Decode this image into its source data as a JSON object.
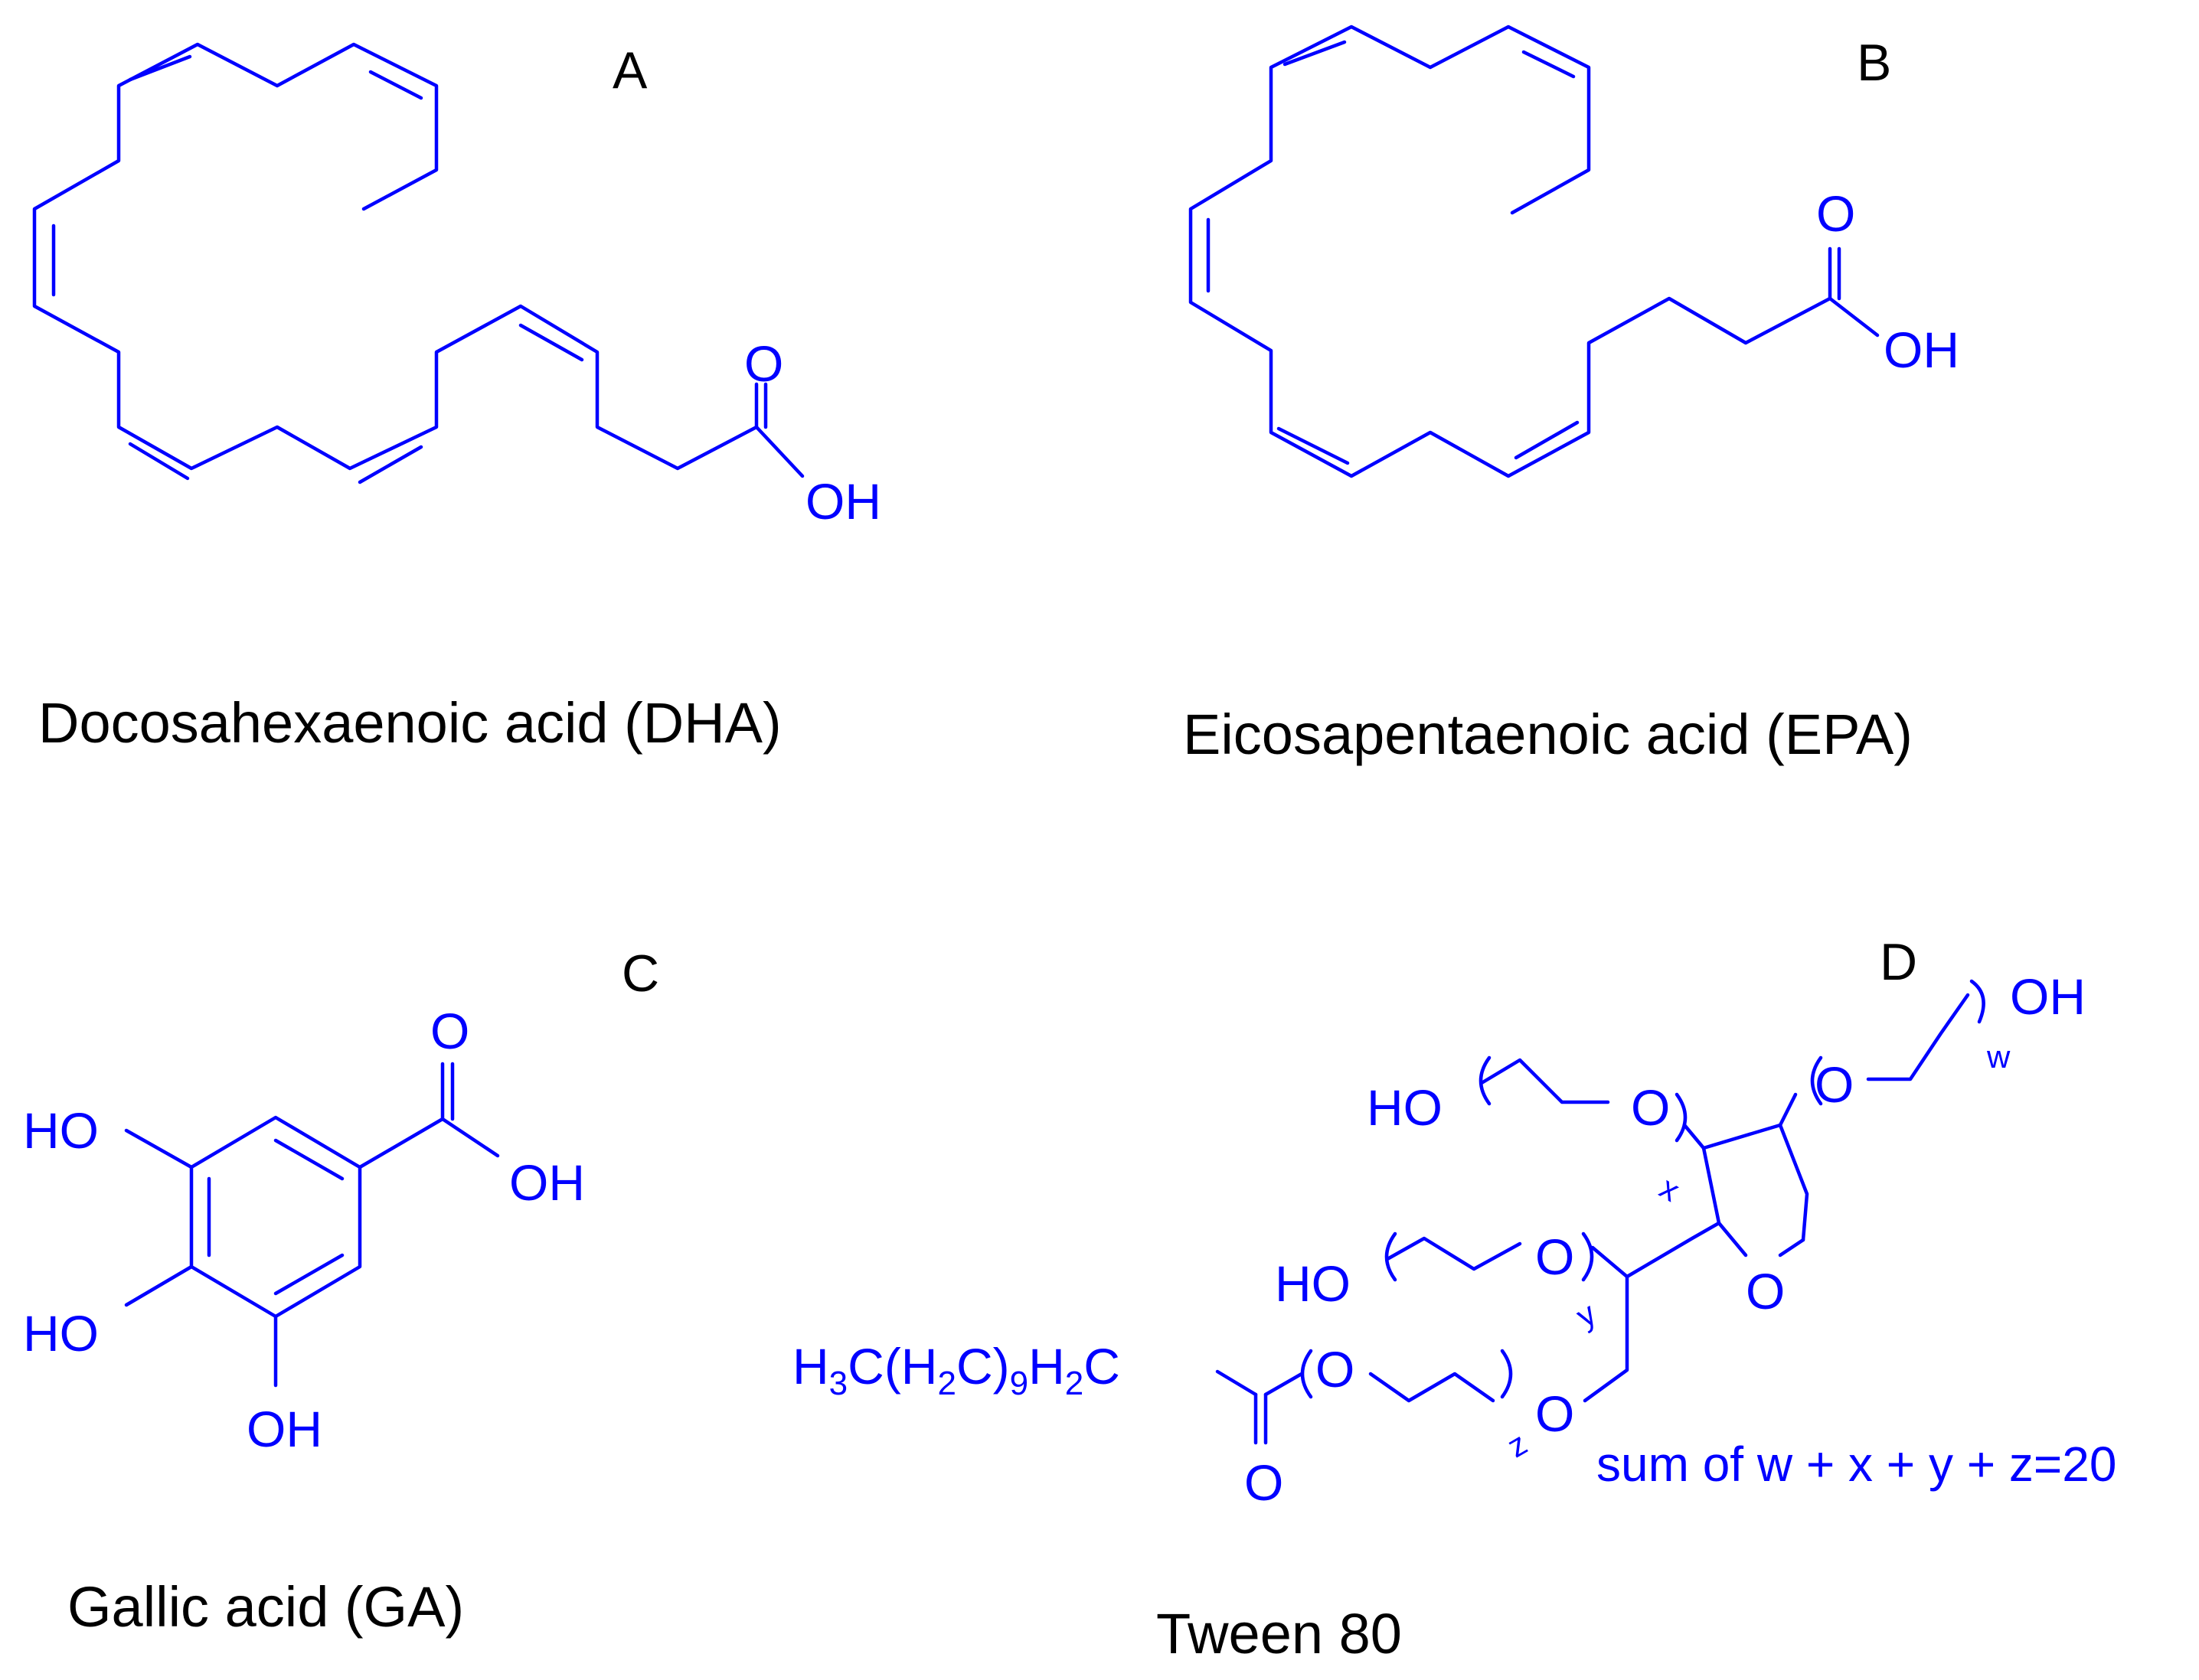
{
  "panels": {
    "a": {
      "letter": "A",
      "caption": "Docosahexaenoic acid (DHA)"
    },
    "b": {
      "letter": "B",
      "caption": "Eicosapentaenoic acid (EPA)"
    },
    "c": {
      "letter": "C",
      "caption": "Gallic acid (GA)"
    },
    "d": {
      "letter": "D",
      "caption": "Tween 80"
    }
  },
  "atoms": {
    "o": "O",
    "oh": "OH",
    "ho": "HO"
  },
  "tween": {
    "tail_h3c": "H",
    "tail_3": "3",
    "tail_c_h": "C(H",
    "tail_2a": "2",
    "tail_c": "C)",
    "tail_9": "9",
    "tail_h": "H",
    "tail_2b": "2",
    "tail_end": "C",
    "index_w": "w",
    "index_x": "x",
    "index_y": "y",
    "index_z": "z",
    "note": "sum of w + x + y + z=20"
  },
  "colors": {
    "structure": "#0000ff",
    "labels": "#000000",
    "background": "#ffffff"
  }
}
